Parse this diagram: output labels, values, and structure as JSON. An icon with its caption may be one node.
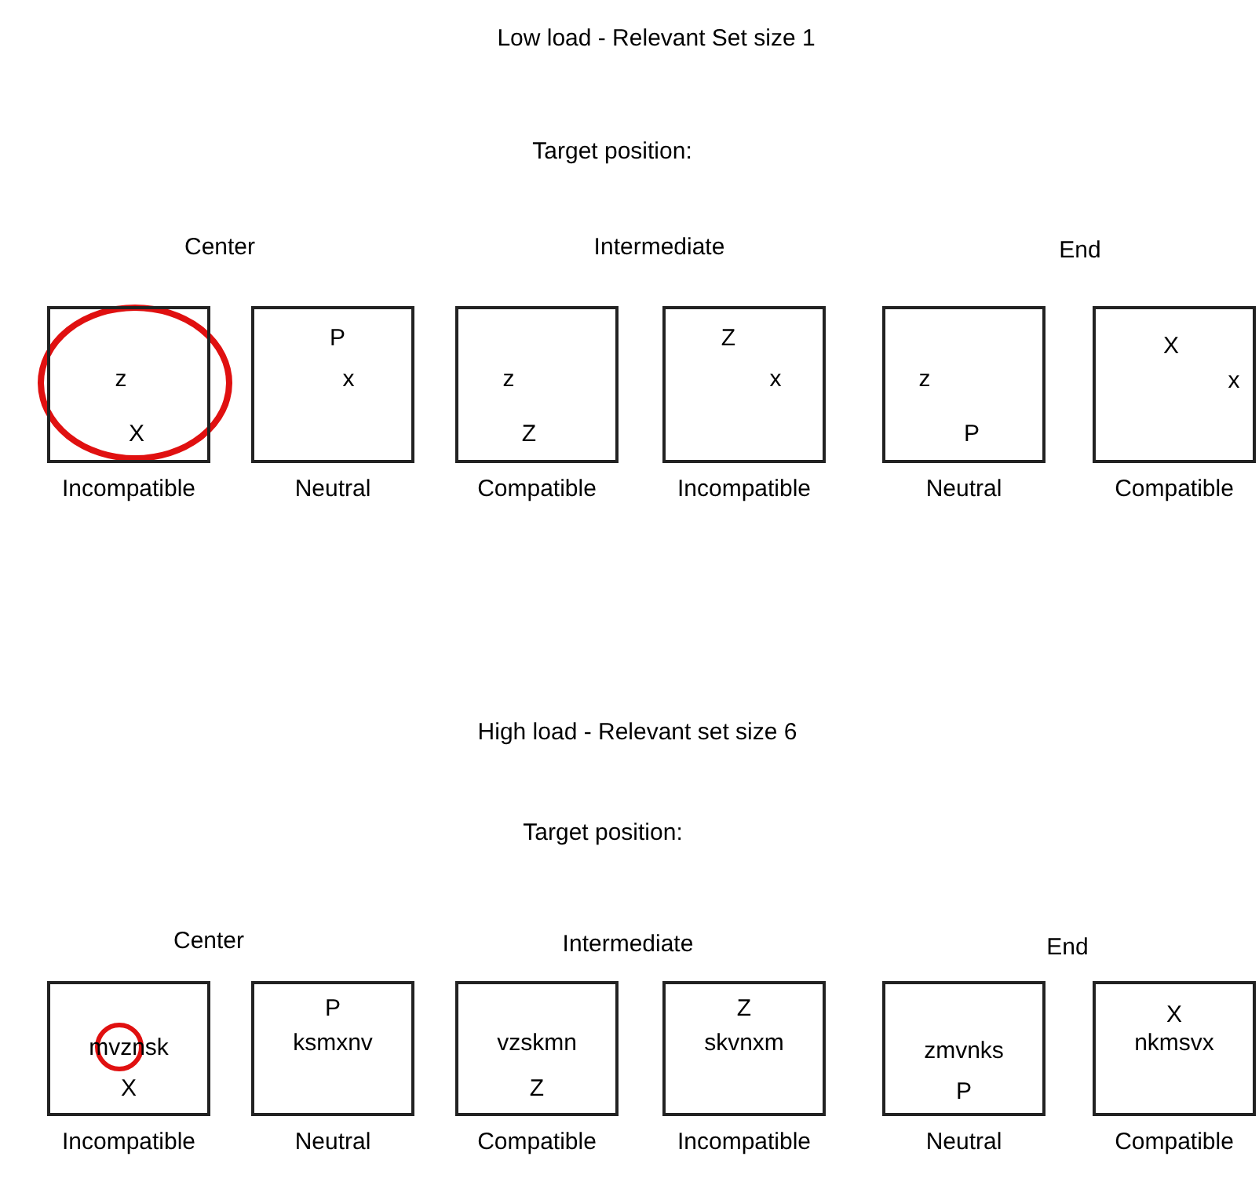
{
  "diagram": {
    "nodes": [
      {
        "text": [
          "z",
          "X"
        ],
        "beside": [
          "Incompatible"
        ]
      },
      {
        "text": [
          "P",
          "x"
        ],
        "beside": [
          "Neutral"
        ]
      },
      {
        "text": [
          "z",
          "Z"
        ],
        "beside": [
          "Compatible"
        ]
      },
      {
        "text": [
          "Z",
          "x"
        ],
        "beside": [
          "Incompatible"
        ]
      },
      {
        "text": [
          "z",
          "P"
        ],
        "beside": [
          "Neutral"
        ]
      },
      {
        "text": [
          "X",
          "x"
        ],
        "beside": [
          "Compatible"
        ]
      },
      {
        "text": [
          "mvznsk",
          "X"
        ],
        "beside": [
          "Incompatible"
        ]
      },
      {
        "text": [
          "P",
          "ksmxnv"
        ],
        "beside": [
          "Neutral"
        ]
      },
      {
        "text": [
          "vzskmn",
          "Z"
        ],
        "beside": [
          "Compatible"
        ]
      },
      {
        "text": [
          "Z",
          "skvnxm"
        ],
        "beside": [
          "Incompatible"
        ]
      },
      {
        "text": [
          "zmvnks",
          "P"
        ],
        "beside": [
          "Neutral"
        ]
      },
      {
        "text": [
          "X",
          "nkmsvx"
        ],
        "beside": [
          "Compatible"
        ]
      }
    ],
    "labels": [
      "Low load - Relevant Set size 1",
      "Target position:",
      "Center",
      "Intermediate",
      "End",
      "High load - Relevant set size 6",
      "Target position:",
      "Center",
      "Intermediate",
      "End"
    ]
  }
}
